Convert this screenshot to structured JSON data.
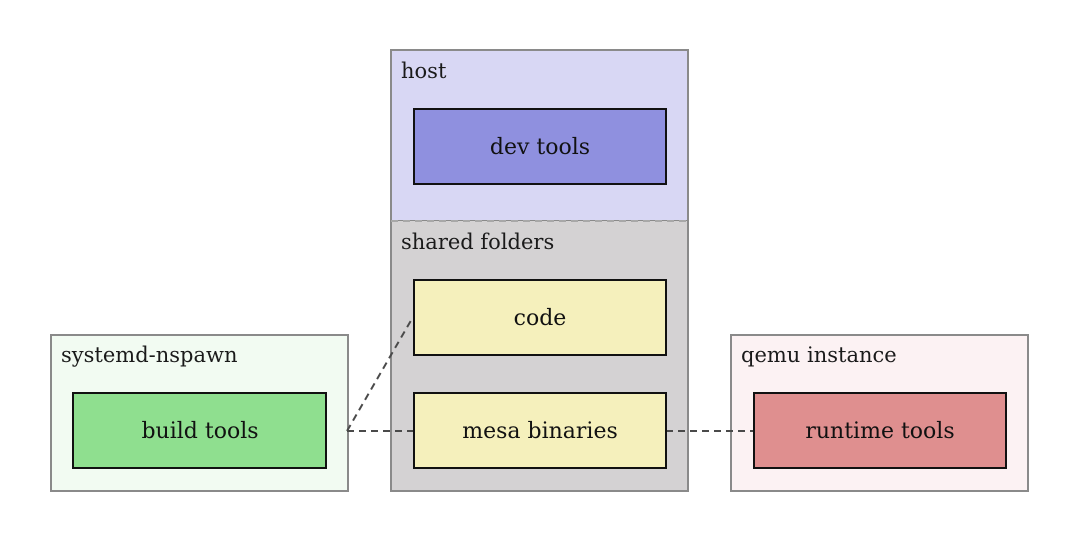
{
  "containers": {
    "host": {
      "label": "host",
      "fill": "#d8d7f4",
      "stroke": "#8a8a8a"
    },
    "shared": {
      "label": "shared folders",
      "fill": "#d4d2d3",
      "stroke": "#8a8a8a"
    },
    "nspawn": {
      "label": "systemd-nspawn",
      "fill": "#f2fbf2",
      "stroke": "#8a8a8a"
    },
    "qemu": {
      "label": "qemu instance",
      "fill": "#fcf2f3",
      "stroke": "#8a8a8a"
    }
  },
  "boxes": {
    "dev_tools": {
      "label": "dev tools",
      "fill": "#8f90df"
    },
    "code": {
      "label": "code",
      "fill": "#f5f0bc"
    },
    "mesa_binaries": {
      "label": "mesa binaries",
      "fill": "#f5f0bc"
    },
    "build_tools": {
      "label": "build tools",
      "fill": "#8fdf8f"
    },
    "runtime_tools": {
      "label": "runtime tools",
      "fill": "#df8f8f"
    }
  },
  "connectors": {
    "color": "#4a4a4a"
  }
}
